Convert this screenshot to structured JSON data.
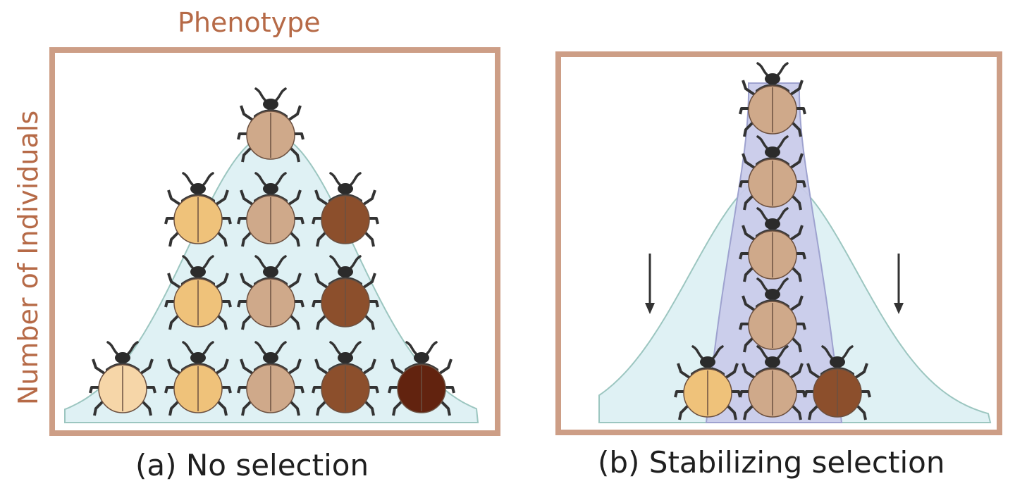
{
  "figure": {
    "axis_top_label": "Phenotype",
    "axis_left_label": "Number of Individuals"
  },
  "panels": [
    {
      "caption": "(a) No selection",
      "beetle_rows": [
        [
          "medium"
        ],
        [
          "light",
          "medium",
          "dark"
        ],
        [
          "light",
          "medium",
          "dark"
        ],
        [
          "lightest",
          "light",
          "medium",
          "dark",
          "darkest"
        ]
      ]
    },
    {
      "caption": "(b) Stabilizing selection",
      "beetle_rows": [
        [
          "medium"
        ],
        [
          "medium"
        ],
        [
          "medium"
        ],
        [
          "medium"
        ],
        [
          "light",
          "medium",
          "dark"
        ]
      ],
      "arrows": [
        "down-arrow-left",
        "down-arrow-right"
      ]
    }
  ],
  "colors": {
    "frame": "#cd9e86",
    "label": "#b66a47",
    "curve_fill": "#dff1f4",
    "curve_stroke": "#9cc6c0",
    "narrow_fill": "#c9cbea",
    "narrow_stroke": "#9ea2cf",
    "beetle_shades": {
      "lightest": "#f6d6a8",
      "light": "#efc27a",
      "medium": "#cfa98a",
      "dark": "#8c4f2c",
      "darkest": "#62230f"
    }
  }
}
